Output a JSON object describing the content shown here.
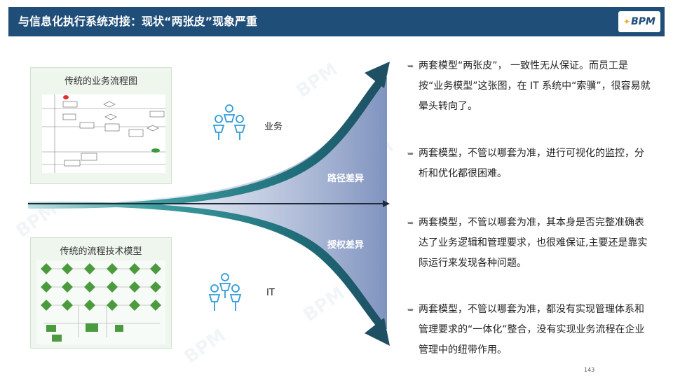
{
  "header": {
    "title": "与信息化执行系统对接：现状“两张皮”现象严重",
    "logo": "BPM"
  },
  "panels": {
    "business_diagram_title": "传统的业务流程图",
    "tech_model_title": "传统的流程技术模型"
  },
  "diagram": {
    "business_label": "业务",
    "it_label": "IT",
    "path_diff": "路径差异",
    "auth_diff": "授权差异"
  },
  "bullets": [
    "两套模型“两张皮”，  一致性无从保证。而员工是按“业务模型”这张图，在 IT 系统中“索骥”，很容易就晕头转向了。",
    "两套模型，不管以哪套为准，进行可视化的监控，分析和优化都很困难。",
    "两套模型，不管以哪套为准，其本身是否完整准确表达了业务逻辑和管理要求，也很难保证,主要还是靠实际运行来发现各种问题。",
    "两套模型，不管以哪套为准，都没有实现管理体系和管理要求的“一体化”整合，没有实现业务流程在企业管理中的纽带作用。"
  ],
  "page_number": "143",
  "colors": {
    "header_bg": "#1f4e79",
    "curve_teal": "#2a8a8e",
    "curve_dark": "#1f4e5f",
    "fill_blue": "#8fa1c7",
    "icon_blue": "#2f9bd6",
    "panel_green": "#eef6ee",
    "node_green": "#4c9a3e"
  }
}
